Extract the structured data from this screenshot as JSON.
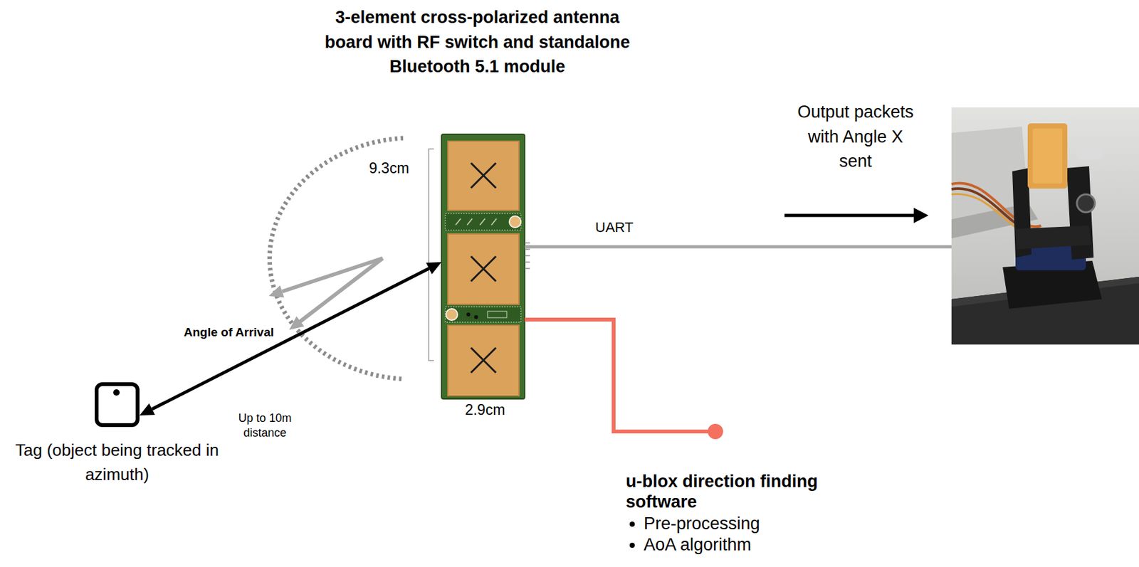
{
  "diagram": {
    "nodes": [
      {
        "text": [
          "3-element cross-polarized antenna board with RF switch and standalone Bluetooth 5.1 module"
        ]
      },
      {
        "text": [
          "Tag (object being tracked in azimuth)"
        ]
      },
      {
        "text": [
          "Output packets with Angle X sent"
        ]
      },
      {
        "text": [
          "u-blox direction finding software",
          "Pre-processing",
          "AoA algorithm"
        ]
      }
    ],
    "edges": [
      {
        "from": 0,
        "to": 2,
        "arrow": "none",
        "label": "UART"
      },
      {
        "from": 0,
        "to": 3,
        "arrow": "none"
      },
      {
        "from": 1,
        "to": 0,
        "arrow": "both",
        "label": "Up to 10m distance"
      }
    ],
    "labels": [
      "9.3cm",
      "2.9cm",
      "Angle of Arrival"
    ]
  }
}
